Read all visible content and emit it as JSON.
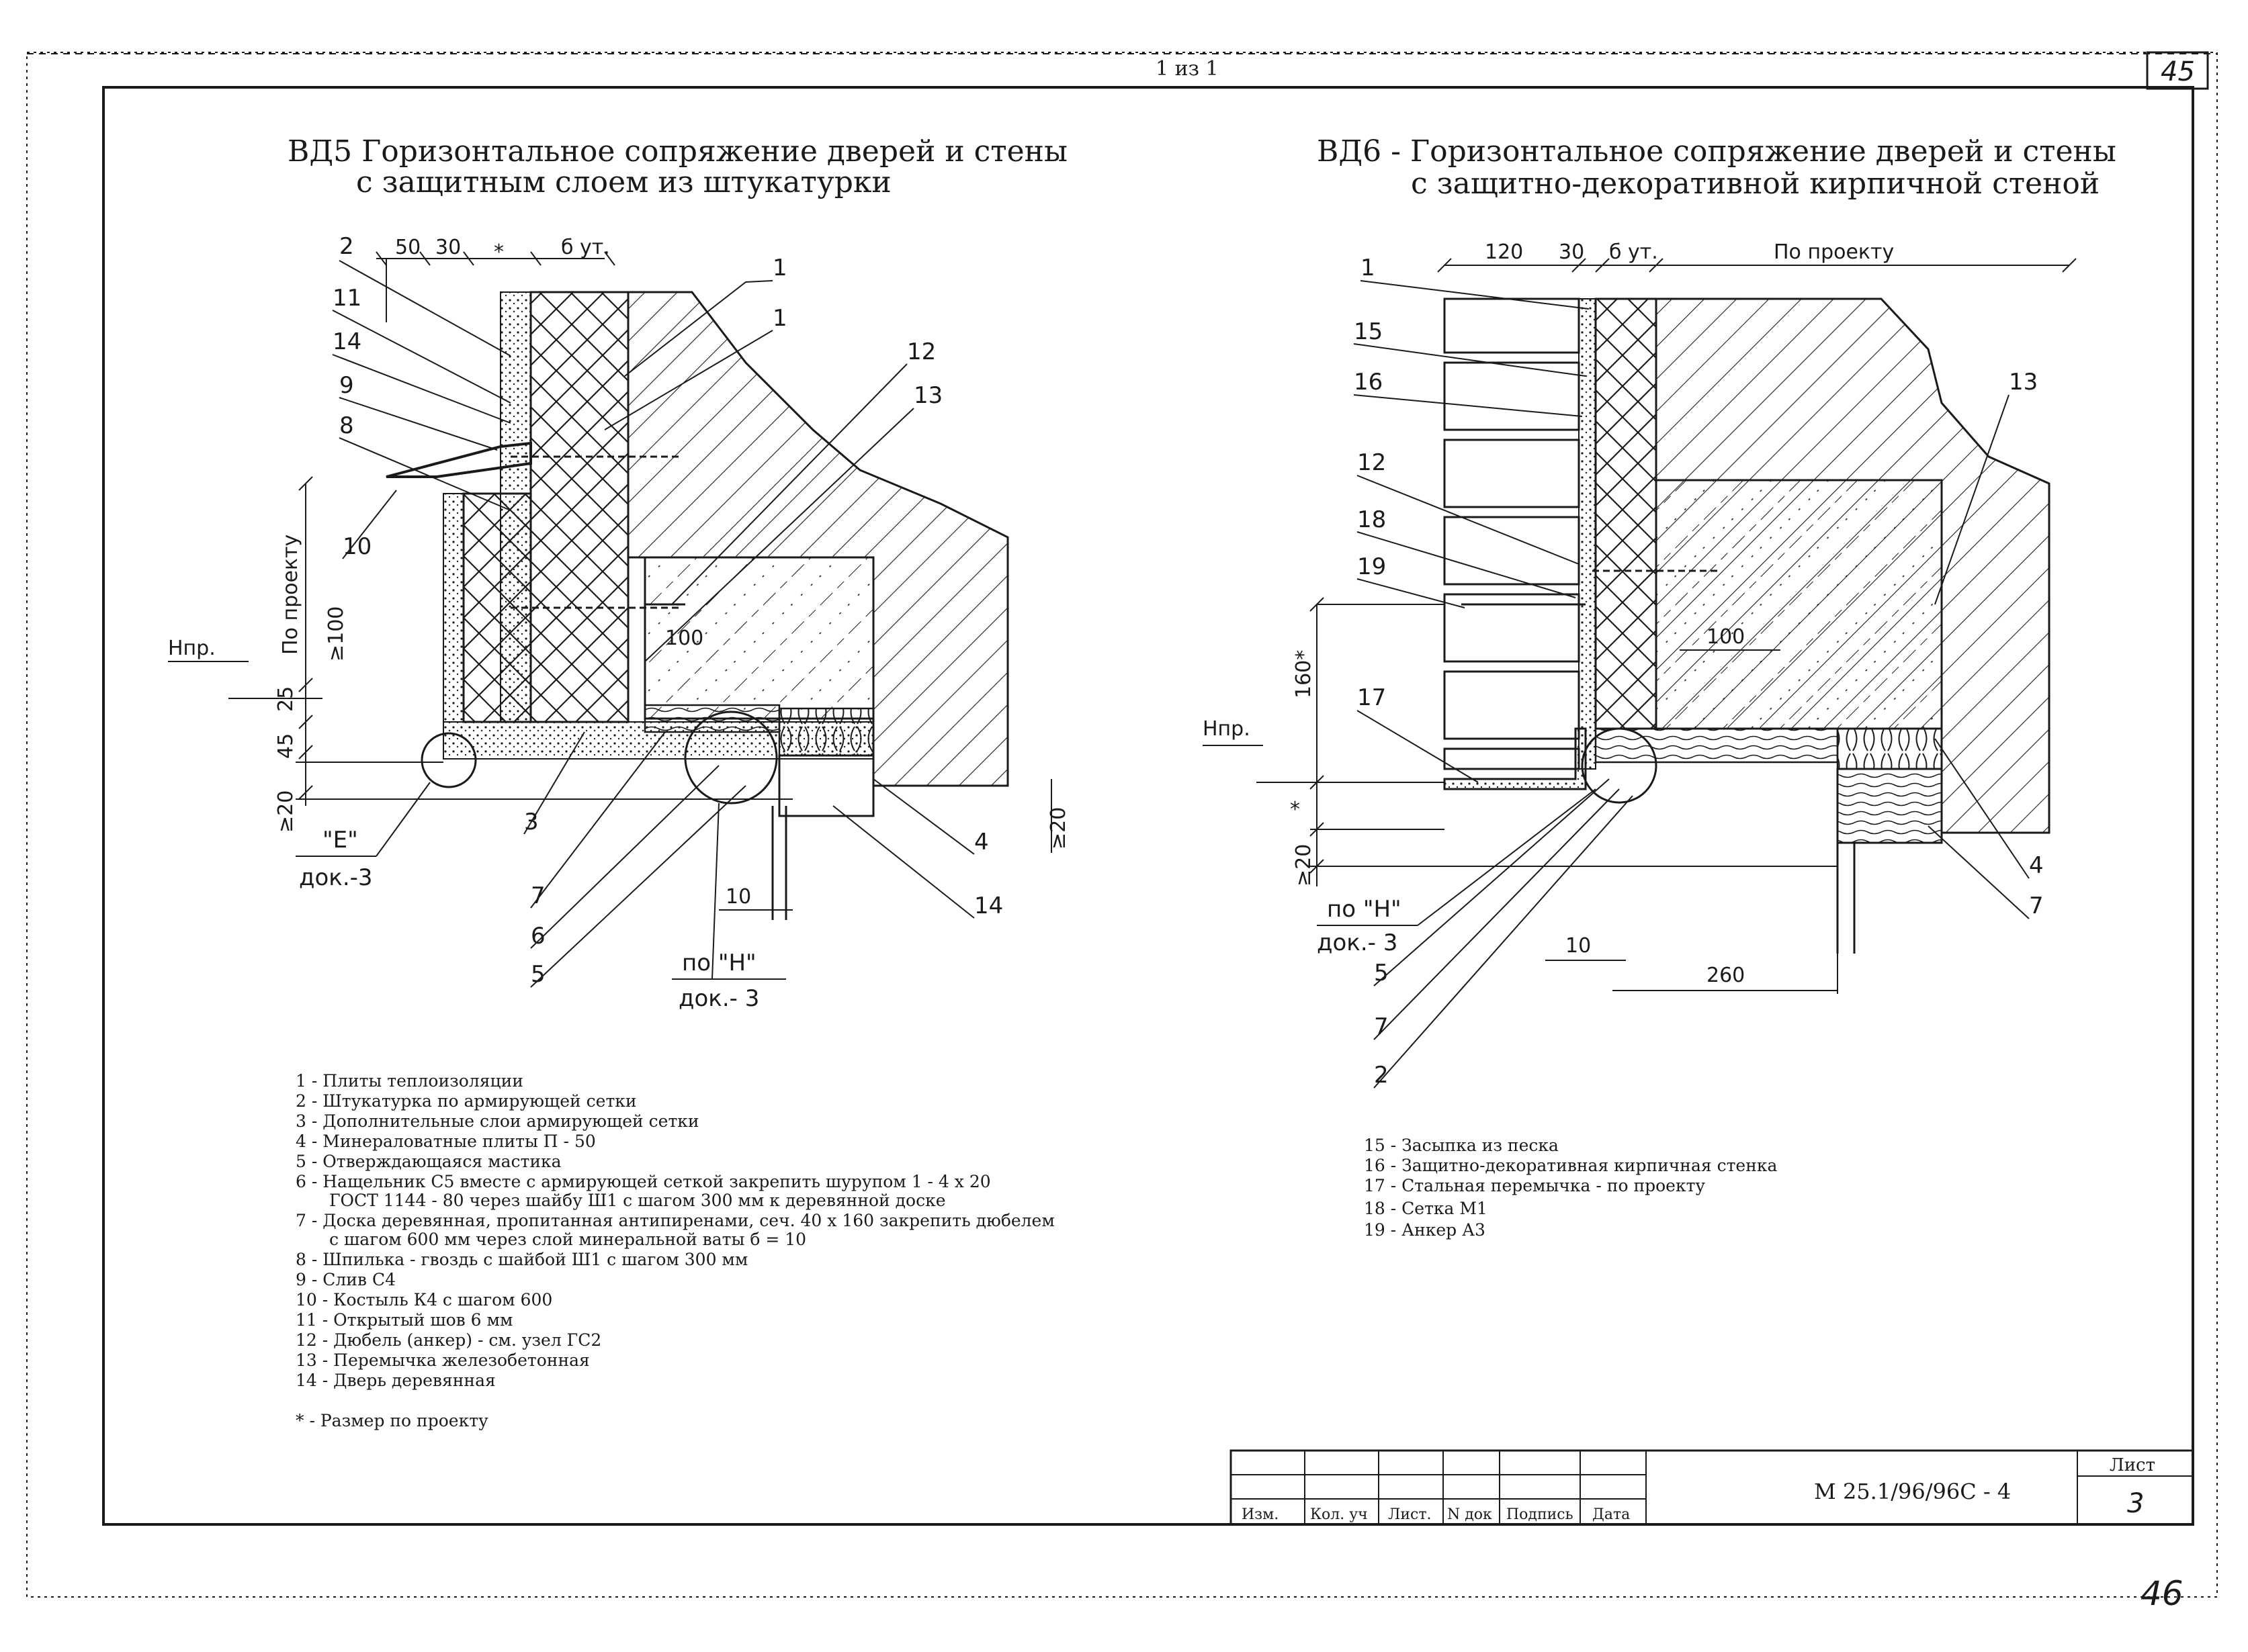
{
  "page": {
    "corner_number_top": "45",
    "corner_number_bottom": "46",
    "top_stamp": "1 из 1"
  },
  "vd5": {
    "title_line1": "ВД5 Горизонтальное сопряжение дверей и стены",
    "title_line2": "с защитным слоем из штукатурки",
    "dims": {
      "d50": "50",
      "d30": "30",
      "dstar": "*",
      "dut": "б ут.",
      "po_proektu": "По проекту",
      "hpr": "Нпр.",
      "d100": "≥100",
      "d25": "25",
      "d45": "45",
      "d20": "≥20",
      "d100b": "100",
      "d20r": "≥20",
      "d10": "10"
    },
    "callouts": [
      "2",
      "11",
      "14",
      "9",
      "8",
      "10",
      "1",
      "1",
      "12",
      "13",
      "3",
      "7",
      "6",
      "5",
      "4",
      "14"
    ],
    "detail_e_line1": "\"Е\"",
    "detail_e_line2": "док.-3",
    "detail_h_line1": "по \"Н\"",
    "detail_h_line2": "док.- 3",
    "legend": [
      "1 - Плиты теплоизоляции",
      "2 - Штукатурка по армирующей сетки",
      "3 - Дополнительные слои армирующей сетки",
      "4 - Минераловатные плиты П - 50",
      "5 - Отверждающаяся мастика",
      "6 - Нащельник С5 вместе с армирующей сеткой закрепить шурупом 1 - 4 х 20",
      "ГОСТ 1144 - 80 через шайбу Ш1 с шагом 300 мм к деревянной доске",
      "7 - Доска деревянная, пропитанная антипиренами, сеч. 40 х 160 закрепить дюбелем",
      "с шагом 600 мм через слой минеральной ваты б = 10",
      "8 - Шпилька - гвоздь с шайбой Ш1 с шагом 300 мм",
      "9 - Слив С4",
      "10 - Костыль К4 с шагом 600",
      "11 - Открытый шов 6 мм",
      "12 - Дюбель (анкер) - см. узел ГС2",
      "13 - Перемычка железобетонная",
      "14 - Дверь деревянная"
    ],
    "footnote": "* - Размер по проекту"
  },
  "vd6": {
    "title_line1": "ВД6 - Горизонтальное сопряжение дверей и стены",
    "title_line2": "с защитно-декоративной кирпичной стеной",
    "dims": {
      "d120": "120",
      "d30": "30",
      "dut": "б ут.",
      "po_proektu": "По проекту",
      "hpr": "Нпр.",
      "d160": "160*",
      "dstar": "*",
      "d20": "≥20",
      "d100": "100",
      "d10": "10",
      "d260": "260"
    },
    "callouts": [
      "1",
      "15",
      "16",
      "12",
      "18",
      "19",
      "17",
      "13",
      "4",
      "7",
      "5",
      "7",
      "2"
    ],
    "detail_h_line1": "по \"Н\"",
    "detail_h_line2": "док.- 3",
    "legend": [
      "15 - Засыпка из песка",
      "16 - Защитно-декоративная кирпичная стенка",
      "17 - Стальная перемычка - по проекту",
      "18 - Сетка М1",
      "19 - Анкер А3"
    ]
  },
  "title_block": {
    "headers": [
      "Изм.",
      "Кол. уч",
      "Лист.",
      "N док",
      "Подпись",
      "Дата"
    ],
    "doc_code": "М 25.1/96/96С - 4",
    "sheet_label": "Лист",
    "sheet_number": "3"
  }
}
